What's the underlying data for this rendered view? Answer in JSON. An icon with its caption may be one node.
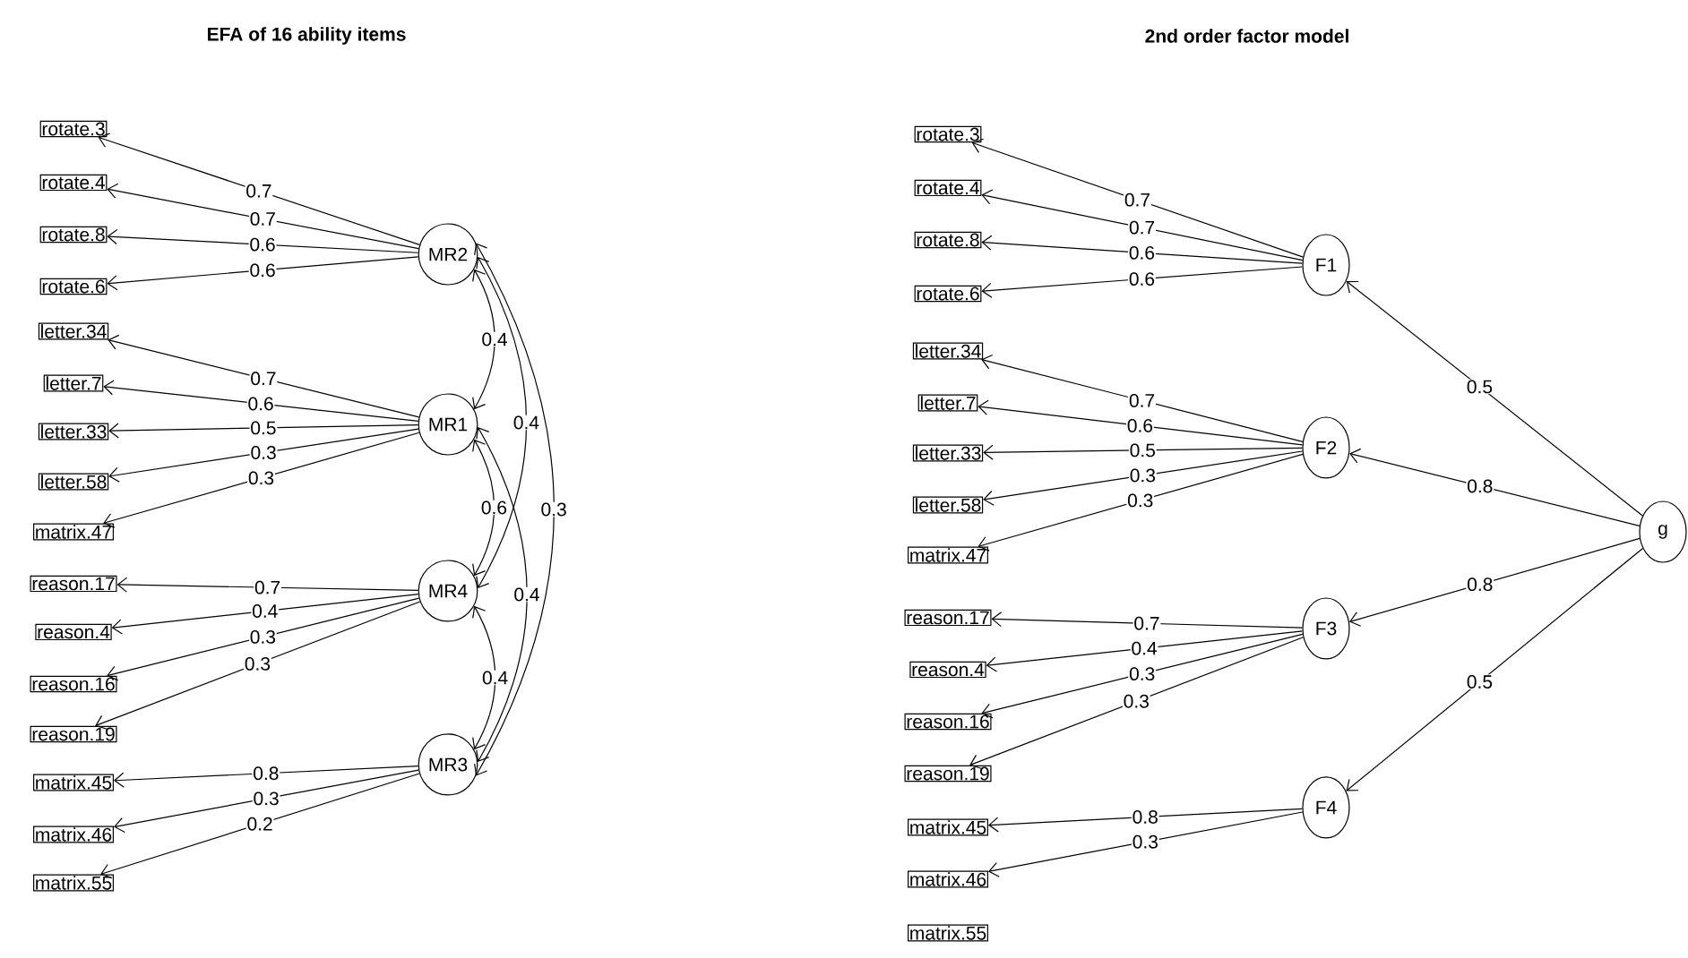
{
  "diagram": {
    "nodes": [
      {
        "text": [
          "rotate.3"
        ]
      },
      {
        "text": [
          "rotate.4"
        ]
      },
      {
        "text": [
          "rotate.8"
        ]
      },
      {
        "text": [
          "rotate.6"
        ]
      },
      {
        "text": [
          "letter.34"
        ]
      },
      {
        "text": [
          "letter.7"
        ]
      },
      {
        "text": [
          "letter.33"
        ]
      },
      {
        "text": [
          "letter.58"
        ]
      },
      {
        "text": [
          "matrix.47"
        ]
      },
      {
        "text": [
          "reason.17"
        ]
      },
      {
        "text": [
          "reason.4"
        ]
      },
      {
        "text": [
          "reason.16"
        ]
      },
      {
        "text": [
          "reason.19"
        ]
      },
      {
        "text": [
          "matrix.45"
        ]
      },
      {
        "text": [
          "matrix.46"
        ]
      },
      {
        "text": [
          "matrix.55"
        ]
      },
      {
        "text": [
          "MR2"
        ]
      },
      {
        "text": [
          "MR1"
        ]
      },
      {
        "text": [
          "MR4"
        ]
      },
      {
        "text": [
          "MR3"
        ]
      },
      {
        "text": [
          "rotate.3"
        ]
      },
      {
        "text": [
          "rotate.4"
        ]
      },
      {
        "text": [
          "rotate.8"
        ]
      },
      {
        "text": [
          "rotate.6"
        ]
      },
      {
        "text": [
          "letter.34"
        ]
      },
      {
        "text": [
          "letter.7"
        ]
      },
      {
        "text": [
          "letter.33"
        ]
      },
      {
        "text": [
          "letter.58"
        ]
      },
      {
        "text": [
          "matrix.47"
        ]
      },
      {
        "text": [
          "reason.17"
        ]
      },
      {
        "text": [
          "reason.4"
        ]
      },
      {
        "text": [
          "reason.16"
        ]
      },
      {
        "text": [
          "reason.19"
        ]
      },
      {
        "text": [
          "matrix.45"
        ]
      },
      {
        "text": [
          "matrix.46"
        ]
      },
      {
        "text": [
          "matrix.55"
        ]
      },
      {
        "text": [
          "F1"
        ]
      },
      {
        "text": [
          "F2"
        ]
      },
      {
        "text": [
          "F3"
        ]
      },
      {
        "text": [
          "F4"
        ]
      },
      {
        "text": [
          "g"
        ]
      }
    ],
    "edges": [
      {
        "from": 16,
        "to": 0,
        "arrow": "to",
        "label": "0.7"
      },
      {
        "from": 16,
        "to": 1,
        "arrow": "to",
        "label": "0.7"
      },
      {
        "from": 16,
        "to": 2,
        "arrow": "to",
        "label": "0.6"
      },
      {
        "from": 16,
        "to": 3,
        "arrow": "to",
        "label": "0.6"
      },
      {
        "from": 17,
        "to": 4,
        "arrow": "to",
        "label": "0.7"
      },
      {
        "from": 17,
        "to": 5,
        "arrow": "to",
        "label": "0.6"
      },
      {
        "from": 17,
        "to": 6,
        "arrow": "to",
        "label": "0.5"
      },
      {
        "from": 17,
        "to": 7,
        "arrow": "to",
        "label": "0.3"
      },
      {
        "from": 17,
        "to": 8,
        "arrow": "to",
        "label": "0.3"
      },
      {
        "from": 18,
        "to": 9,
        "arrow": "to",
        "label": "0.7"
      },
      {
        "from": 18,
        "to": 10,
        "arrow": "to",
        "label": "0.4"
      },
      {
        "from": 18,
        "to": 11,
        "arrow": "to",
        "label": "0.3"
      },
      {
        "from": 18,
        "to": 12,
        "arrow": "to",
        "label": "0.3"
      },
      {
        "from": 19,
        "to": 13,
        "arrow": "to",
        "label": "0.8"
      },
      {
        "from": 19,
        "to": 14,
        "arrow": "to",
        "label": "0.3"
      },
      {
        "from": 19,
        "to": 15,
        "arrow": "to",
        "label": "0.2"
      },
      {
        "from": 16,
        "to": 17,
        "arrow": "both",
        "label": "0.4"
      },
      {
        "from": 16,
        "to": 18,
        "arrow": "both",
        "label": "0.4"
      },
      {
        "from": 16,
        "to": 19,
        "arrow": "both",
        "label": "0.3"
      },
      {
        "from": 17,
        "to": 18,
        "arrow": "both",
        "label": "0.6"
      },
      {
        "from": 17,
        "to": 19,
        "arrow": "both",
        "label": "0.4"
      },
      {
        "from": 18,
        "to": 19,
        "arrow": "both",
        "label": "0.4"
      },
      {
        "from": 36,
        "to": 20,
        "arrow": "to",
        "label": "0.7"
      },
      {
        "from": 36,
        "to": 21,
        "arrow": "to",
        "label": "0.7"
      },
      {
        "from": 36,
        "to": 22,
        "arrow": "to",
        "label": "0.6"
      },
      {
        "from": 36,
        "to": 23,
        "arrow": "to",
        "label": "0.6"
      },
      {
        "from": 37,
        "to": 24,
        "arrow": "to",
        "label": "0.7"
      },
      {
        "from": 37,
        "to": 25,
        "arrow": "to",
        "label": "0.6"
      },
      {
        "from": 37,
        "to": 26,
        "arrow": "to",
        "label": "0.5"
      },
      {
        "from": 37,
        "to": 27,
        "arrow": "to",
        "label": "0.3"
      },
      {
        "from": 37,
        "to": 28,
        "arrow": "to",
        "label": "0.3"
      },
      {
        "from": 38,
        "to": 29,
        "arrow": "to",
        "label": "0.7"
      },
      {
        "from": 38,
        "to": 30,
        "arrow": "to",
        "label": "0.4"
      },
      {
        "from": 38,
        "to": 31,
        "arrow": "to",
        "label": "0.3"
      },
      {
        "from": 38,
        "to": 32,
        "arrow": "to",
        "label": "0.3"
      },
      {
        "from": 39,
        "to": 33,
        "arrow": "to",
        "label": "0.8"
      },
      {
        "from": 39,
        "to": 34,
        "arrow": "to",
        "label": "0.3"
      },
      {
        "from": 40,
        "to": 36,
        "arrow": "to",
        "label": "0.5"
      },
      {
        "from": 40,
        "to": 37,
        "arrow": "to",
        "label": "0.8"
      },
      {
        "from": 40,
        "to": 38,
        "arrow": "to",
        "label": "0.8"
      },
      {
        "from": 40,
        "to": 39,
        "arrow": "to",
        "label": "0.5"
      }
    ],
    "labels": [
      "EFA of 16 ability items",
      "2nd order factor model"
    ]
  }
}
